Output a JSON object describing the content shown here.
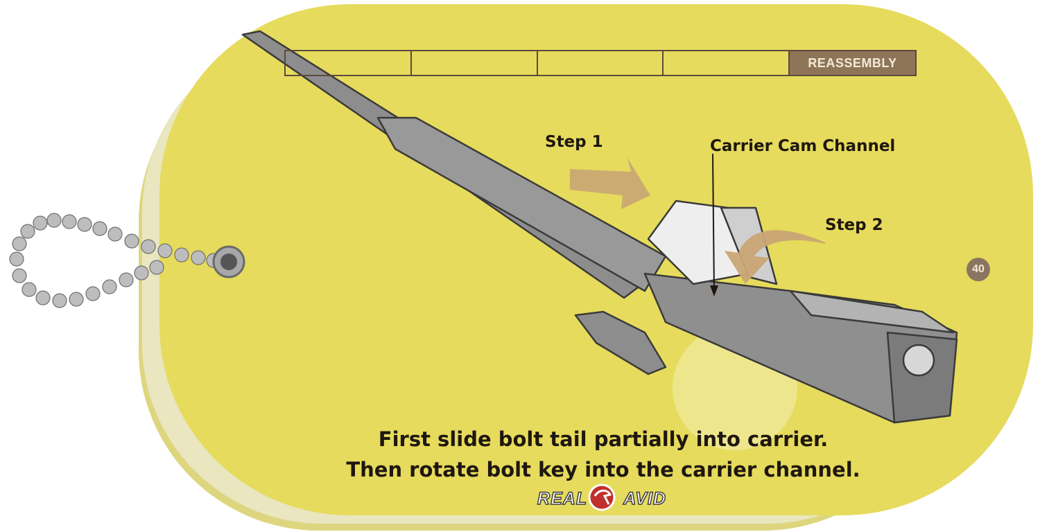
{
  "header": {
    "tabs": [
      "",
      "",
      "",
      "",
      "REASSEMBLY"
    ],
    "active_tab": "REASSEMBLY"
  },
  "callouts": {
    "step1": "Step 1",
    "cam_channel": "Carrier Cam Channel",
    "step2": "Step 2"
  },
  "page_number": "40",
  "caption": {
    "line1": "First slide bolt tail partially into carrier.",
    "line2": "Then rotate bolt key into the carrier channel."
  },
  "brand": {
    "word1": "REAL",
    "word2": "AVID"
  },
  "colors": {
    "card": "#e6db5c",
    "card_edge": "#ded67e",
    "accent_tab": "#8e7558",
    "arrow": "#c9a574",
    "metal": "#8d8d8d",
    "text": "#1e1710"
  }
}
